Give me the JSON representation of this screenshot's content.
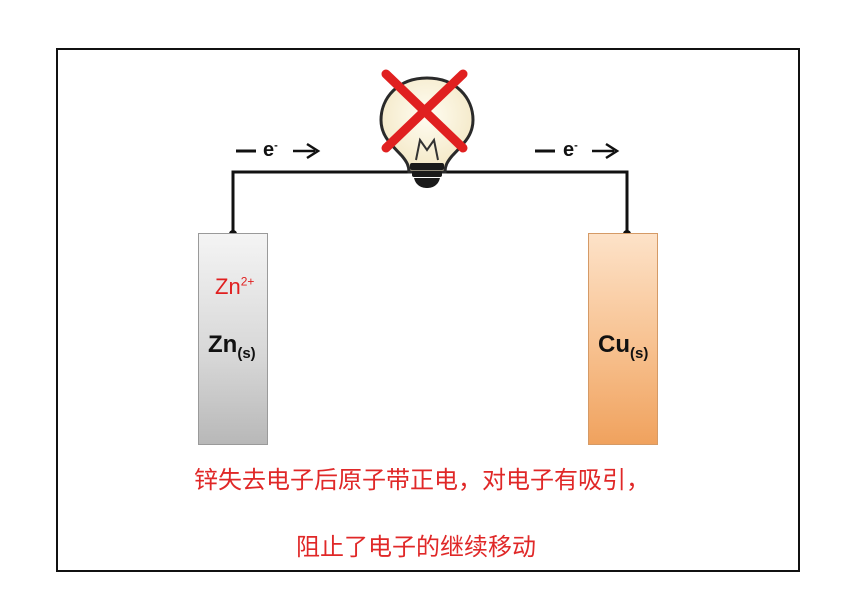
{
  "electrodes": {
    "zinc": {
      "symbol": "Zn",
      "phase": "(s)"
    },
    "copper": {
      "symbol": "Cu",
      "phase": "(s)"
    }
  },
  "ion_label": {
    "symbol": "Zn",
    "charge": "2+"
  },
  "electron_flow": {
    "left": {
      "symbol": "e",
      "charge": "-"
    },
    "right": {
      "symbol": "e",
      "charge": "-"
    }
  },
  "bulb": {
    "state": "off",
    "icon": "crossed-out-bulb-icon"
  },
  "caption": {
    "line1": "锌失去电子后原子带正电，对电子有吸引，",
    "line2": "阻止了电子的继续移动"
  },
  "colors": {
    "caption": "#e02828",
    "cross": "#e02020",
    "zinc": "#cfcfcf",
    "copper": "#f5b57c"
  }
}
